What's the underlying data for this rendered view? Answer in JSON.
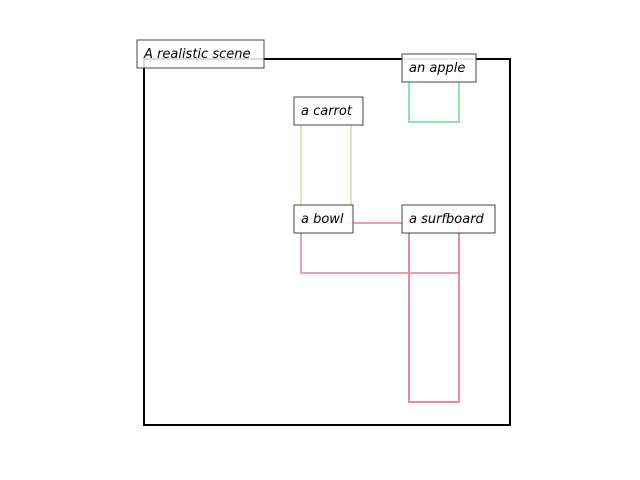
{
  "scene": {
    "title": "A realistic scene",
    "frame_color": "#000000"
  },
  "objects": [
    {
      "id": "carrot",
      "label": "a carrot",
      "color": "#d5ecb5"
    },
    {
      "id": "apple",
      "label": "an apple",
      "color": "#8fe6a8"
    },
    {
      "id": "bowl",
      "label": "a bowl",
      "color": "#ee9fa4"
    },
    {
      "id": "surfboard",
      "label": "a surfboard",
      "color": "#e48d9c"
    }
  ]
}
